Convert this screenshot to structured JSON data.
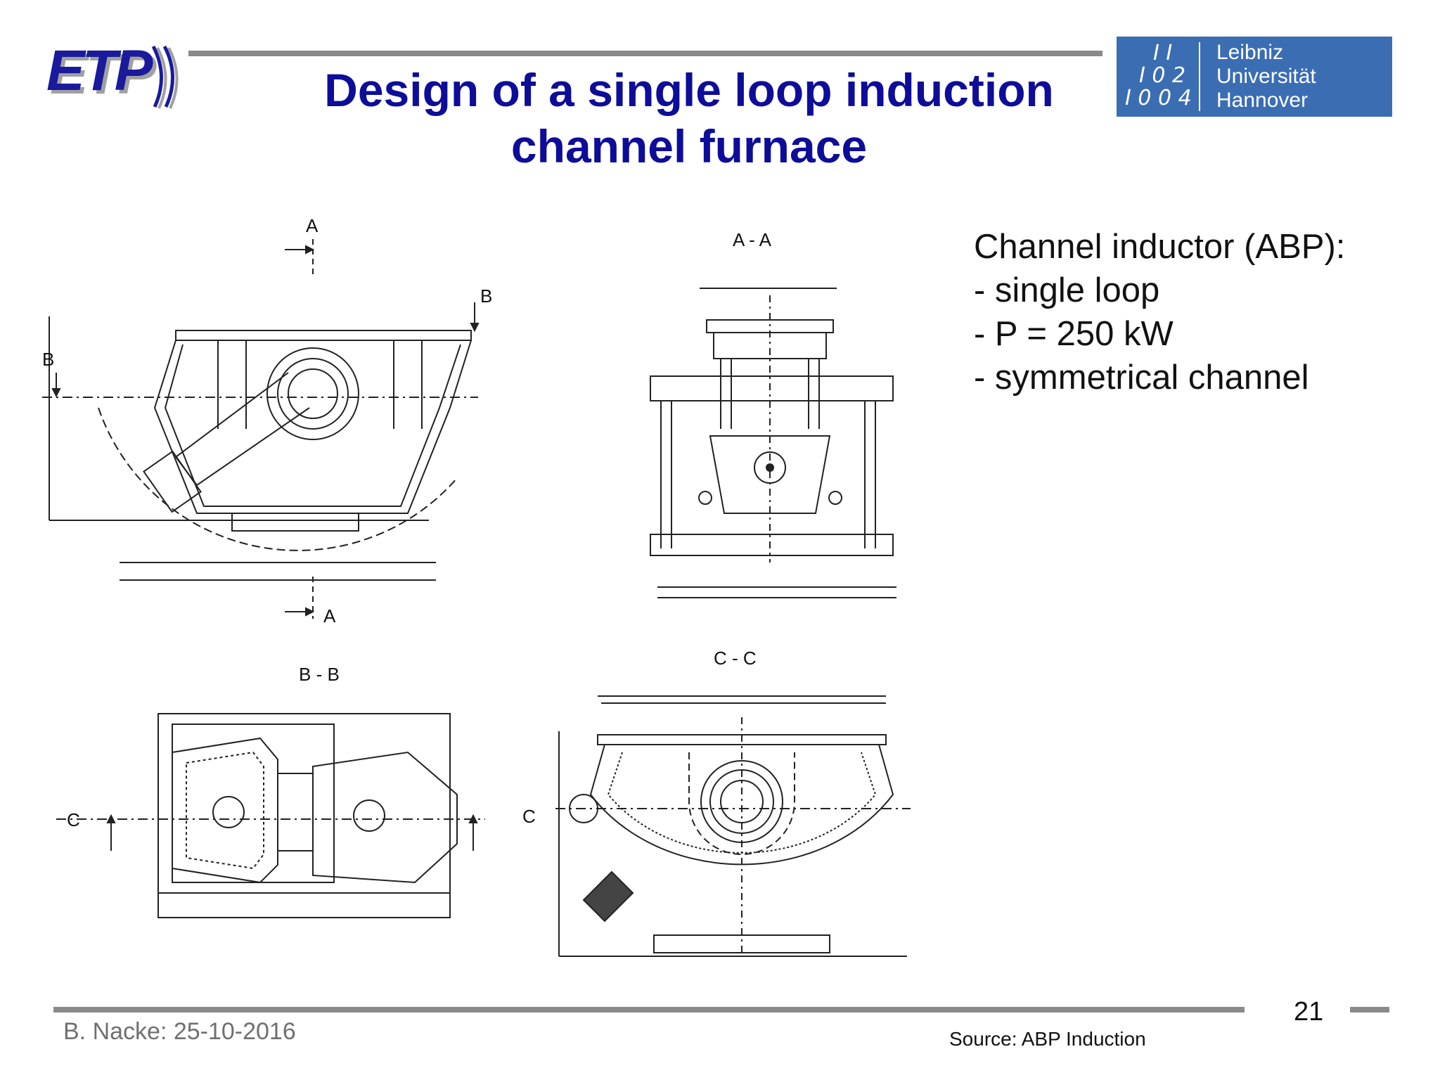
{
  "header": {
    "logo_text": "ETP",
    "title_line1": "Design of a single loop induction",
    "title_line2": "channel furnace",
    "university": {
      "glyphs": [
        "I I",
        "I 0 2",
        "I 0 0 4"
      ],
      "line1": "Leibniz",
      "line2": "Universität",
      "line3": "Hannover"
    }
  },
  "bullets": {
    "heading": "Channel inductor (ABP):",
    "item1": "- single loop",
    "item2": "- P = 250 kW",
    "item3": "- symmetrical channel"
  },
  "drawing_labels": {
    "section_a": "A",
    "section_b": "B",
    "section_c": "C",
    "view_aa": "A - A",
    "view_bb": "B - B",
    "view_cc": "C - C"
  },
  "footer": {
    "author_date": "B. Nacke: 25-10-2016",
    "source": "Source: ABP Induction",
    "page_number": "21"
  },
  "colors": {
    "title": "#0d0d99",
    "rule": "#8a8a8a",
    "luh_blue": "#3b6db3"
  }
}
